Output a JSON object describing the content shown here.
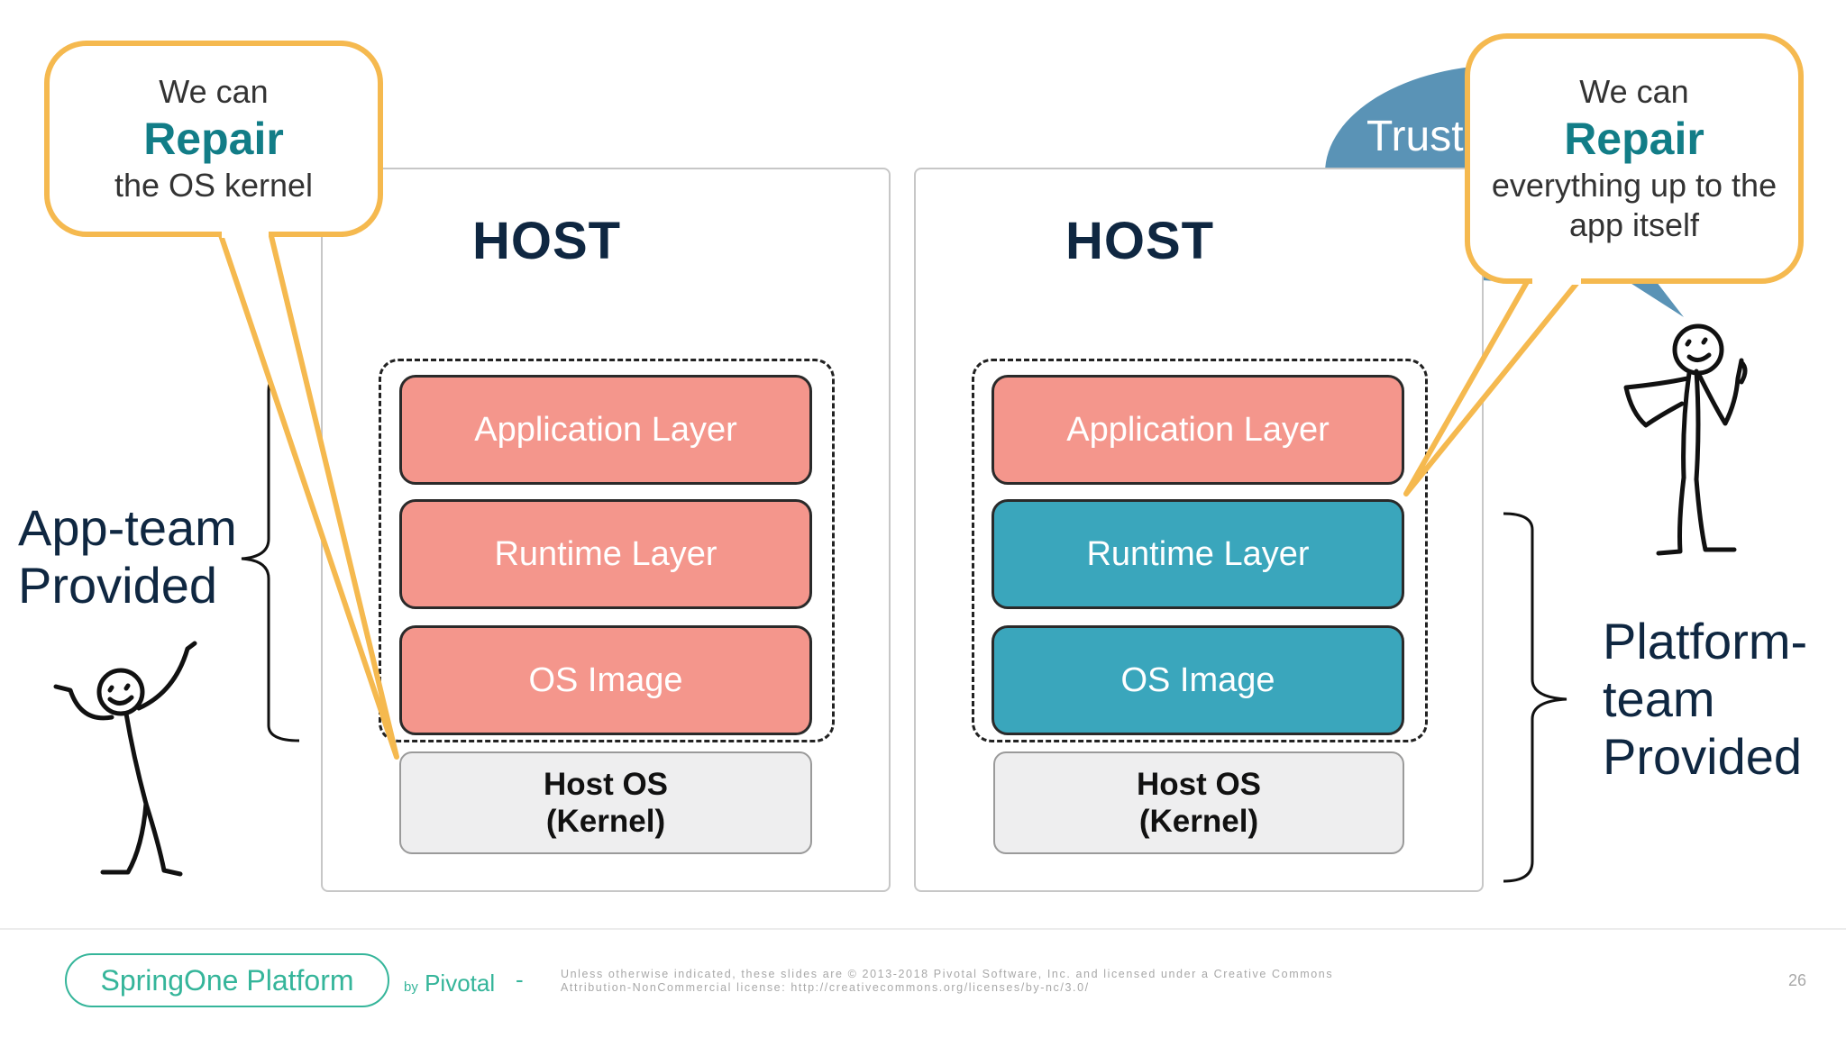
{
  "left_callout": {
    "line1": "We can",
    "emphasis": "Repair",
    "line2": "the OS kernel"
  },
  "right_callout": {
    "line1": "We can",
    "emphasis": "Repair",
    "line2": "everything up to the",
    "line3": "app itself"
  },
  "trust_bubble": {
    "text": "Trust"
  },
  "left_host": {
    "title": "HOST",
    "layers": [
      "Application Layer",
      "Runtime Layer",
      "OS Image"
    ],
    "kernel_line1": "Host OS",
    "kernel_line2": "(Kernel)"
  },
  "right_host": {
    "title": "HOST",
    "layers": [
      "Application Layer",
      "Runtime Layer",
      "OS Image"
    ],
    "kernel_line1": "Host OS",
    "kernel_line2": "(Kernel)"
  },
  "app_team": {
    "line1": "App-team",
    "line2": "Provided"
  },
  "platform_team": {
    "line1": "Platform-",
    "line2": "team",
    "line3": "Provided"
  },
  "footer": {
    "logo": "SpringOne Platform",
    "by": "by",
    "brand": "Pivotal",
    "separator": "-",
    "legal_line1": "Unless otherwise indicated, these slides are © 2013-2018 Pivotal Software, Inc. and licensed under a Creative Commons",
    "legal_line2": "Attribution-NonCommercial license: http://creativecommons.org/licenses/by-nc/3.0/",
    "page_number": "26"
  },
  "colors": {
    "salmon": "#f4968c",
    "teal": "#3aa6bc",
    "navy": "#0f2741",
    "callout_border": "#f5b94f",
    "repair_teal": "#127d87",
    "trust_blue": "#5a93b6",
    "brand_green": "#35b59a"
  }
}
